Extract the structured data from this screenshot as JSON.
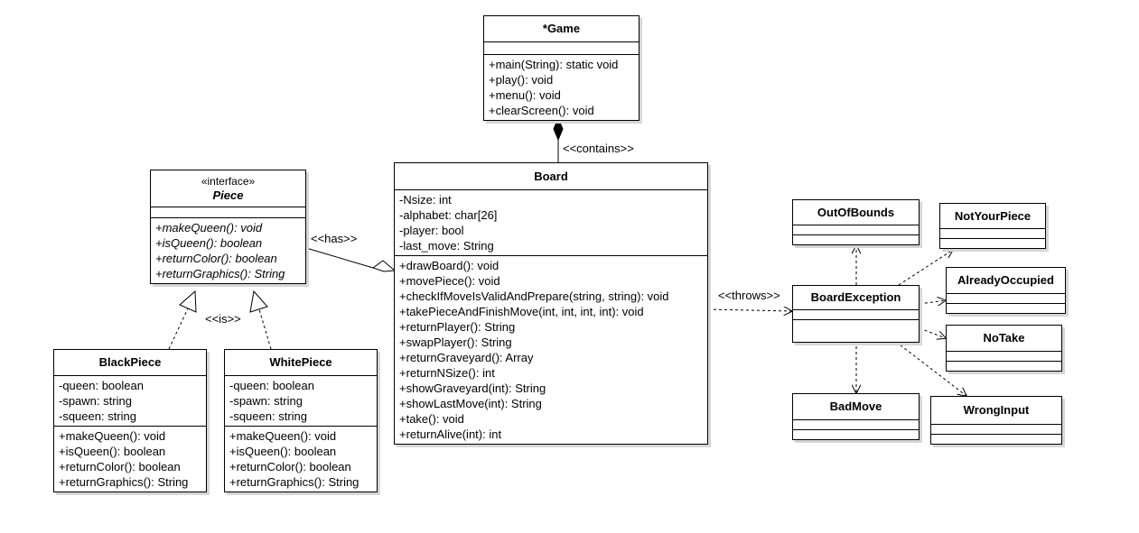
{
  "labels": {
    "contains": "<<contains>>",
    "has": "<<has>>",
    "is": "<<is>>",
    "throws": "<<throws>>"
  },
  "classes": {
    "game": {
      "name": "*Game",
      "attributes": [],
      "methods": [
        "+main(String): static void",
        "+play(): void",
        "+menu(): void",
        "+clearScreen(): void"
      ]
    },
    "board": {
      "name": "Board",
      "attributes": [
        "-Nsize: int",
        "-alphabet: char[26]",
        "-player: bool",
        "-last_move: String"
      ],
      "methods": [
        "+drawBoard(): void",
        "+movePiece(): void",
        "+checkIfMoveIsValidAndPrepare(string, string): void",
        "+takePieceAndFinishMove(int, int, int, int): void",
        "+returnPlayer(): String",
        "+swapPlayer(): String",
        "+returnGraveyard(): Array",
        "+returnNSize(): int",
        "+showGraveyard(int): String",
        "+showLastMove(int): String",
        "+take(): void",
        "+returnAlive(int): int"
      ]
    },
    "piece": {
      "stereotype": "«interface»",
      "name": "Piece",
      "attributes": [],
      "methods": [
        "+makeQueen(): void",
        "+isQueen(): boolean",
        "+returnColor(): boolean",
        "+returnGraphics(): String"
      ]
    },
    "black_piece": {
      "name": "BlackPiece",
      "attributes": [
        "-queen: boolean",
        "-spawn: string",
        "-squeen: string"
      ],
      "methods": [
        "+makeQueen(): void",
        "+isQueen(): boolean",
        "+returnColor(): boolean",
        "+returnGraphics(): String"
      ]
    },
    "white_piece": {
      "name": "WhitePiece",
      "attributes": [
        "-queen: boolean",
        "-spawn: string",
        "-squeen: string"
      ],
      "methods": [
        "+makeQueen(): void",
        "+isQueen(): boolean",
        "+returnColor(): boolean",
        "+returnGraphics(): String"
      ]
    },
    "board_exception": {
      "name": "BoardException",
      "attributes": [],
      "methods": []
    },
    "out_of_bounds": {
      "name": "OutOfBounds",
      "attributes": [],
      "methods": []
    },
    "not_your_piece": {
      "name": "NotYourPiece",
      "attributes": [],
      "methods": []
    },
    "already_occupied": {
      "name": "AlreadyOccupied",
      "attributes": [],
      "methods": []
    },
    "no_take": {
      "name": "NoTake",
      "attributes": [],
      "methods": []
    },
    "bad_move": {
      "name": "BadMove",
      "attributes": [],
      "methods": []
    },
    "wrong_input": {
      "name": "WrongInput",
      "attributes": [],
      "methods": []
    }
  }
}
